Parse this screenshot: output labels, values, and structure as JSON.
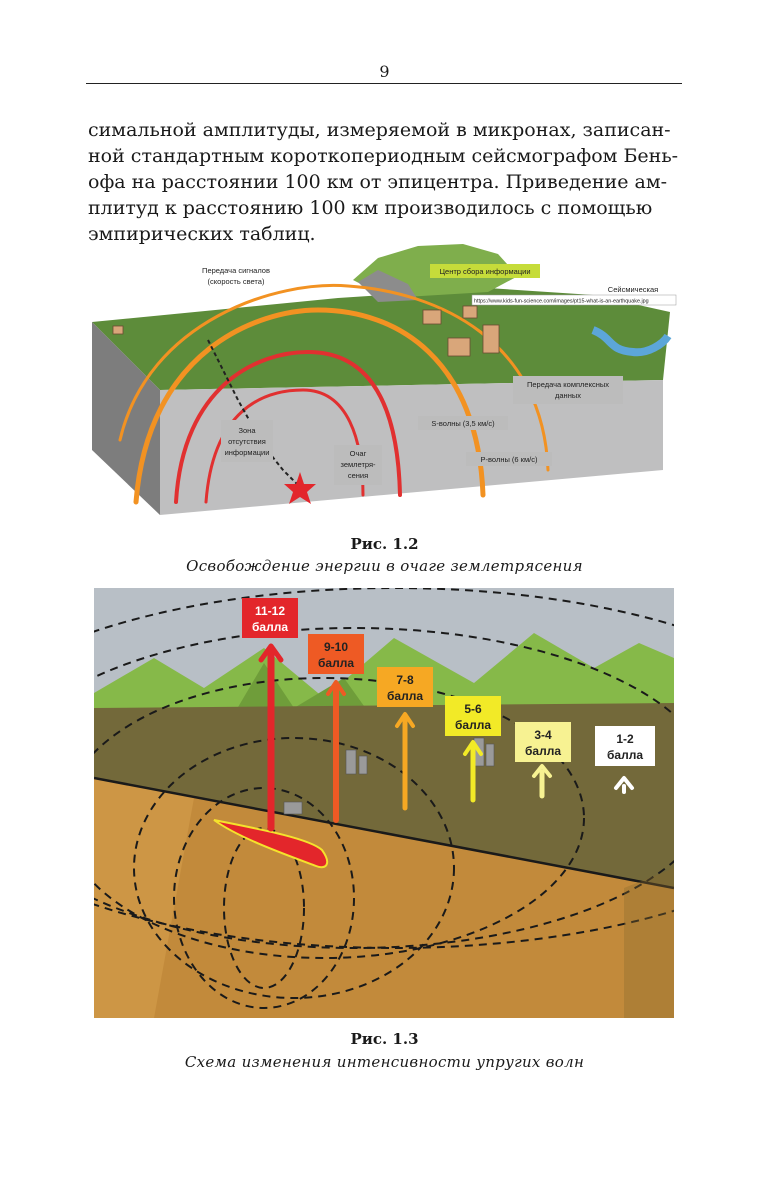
{
  "page": {
    "number": "9"
  },
  "body_lines": [
    "симальной амплитуды, измеряемой в микронах, записан-",
    "ной стандартным короткопериодным сейсмографом Бень-",
    "офа на расстоянии 100 км от эпицентра. Приведение ам-",
    "плитуд к расстоянию 100 км производилось с помощью",
    "эмпирических таблиц."
  ],
  "figure1": {
    "labels": {
      "signal_transfer_1": "Передача сигналов",
      "signal_transfer_2": "(скорость света)",
      "info_center": "Центр сбора информации",
      "seismic": "Сейсмическая",
      "url": "https://www.kids-fun-science.com/images/pt15-what-is-an-earthquake.jpg",
      "complex_data_1": "Передача комплексных",
      "complex_data_2": "данных",
      "no_info_zone_1": "Зона",
      "no_info_zone_2": "отсутствия",
      "no_info_zone_3": "информации",
      "s_waves": "S-волны (3,5 км/с)",
      "p_waves": "P-волны (6 км/с)",
      "focus_1": "Очаг",
      "focus_2": "землетря-",
      "focus_3": "сения"
    },
    "caption_number": "Рис. 1.2",
    "caption_text": "Освобождение энергии в очаге землетрясения"
  },
  "figure2": {
    "intensity_labels": [
      {
        "line1": "11-12",
        "line2": "балла",
        "color": "#e3262b",
        "text_color": "#ffffff"
      },
      {
        "line1": "9-10",
        "line2": "балла",
        "color": "#ee5a24",
        "text_color": "#222222"
      },
      {
        "line1": "7-8",
        "line2": "балла",
        "color": "#f6a823",
        "text_color": "#222222"
      },
      {
        "line1": "5-6",
        "line2": "балла",
        "color": "#f2ea27",
        "text_color": "#222222"
      },
      {
        "line1": "3-4",
        "line2": "балла",
        "color": "#f7f292",
        "text_color": "#222222"
      },
      {
        "line1": "1-2",
        "line2": "балла",
        "color": "#ffffff",
        "text_color": "#222222"
      }
    ],
    "caption_number": "Рис. 1.3",
    "caption_text": "Схема изменения интенсивности упругих волн"
  }
}
